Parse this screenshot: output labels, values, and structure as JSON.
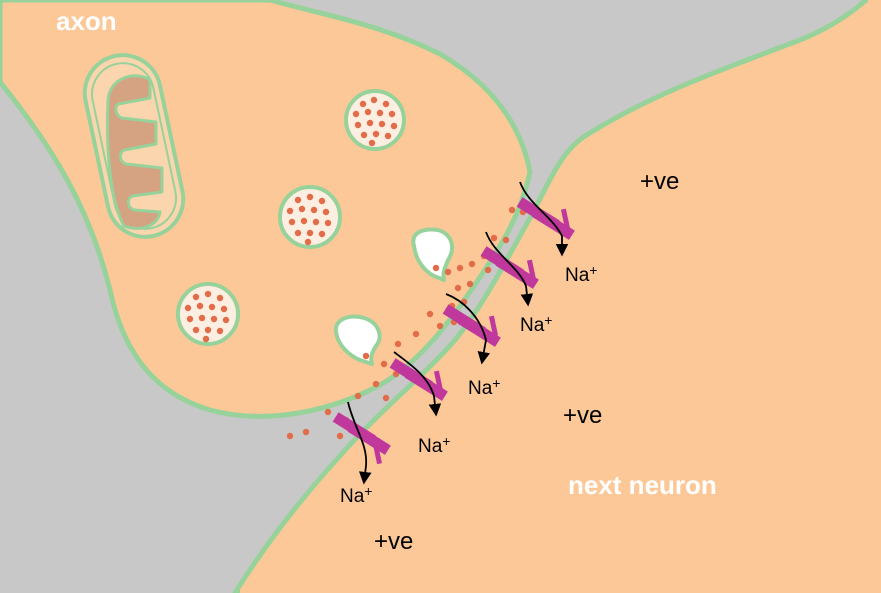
{
  "labels": {
    "axon": "axon",
    "next_neuron": "next neuron",
    "positive": "+ve",
    "sodium": "Na",
    "sodium_charge": "+"
  },
  "colors": {
    "background_gap": "#c8c8c8",
    "cell_fill": "#fcc898",
    "membrane": "#96d29a",
    "transmitter": "#e26c48",
    "vesicle_fill": "#fdeee2",
    "mitochondrion_inner": "#d5a282",
    "channel": "#c0389c",
    "fusing_vesicle": "#ffffff"
  }
}
